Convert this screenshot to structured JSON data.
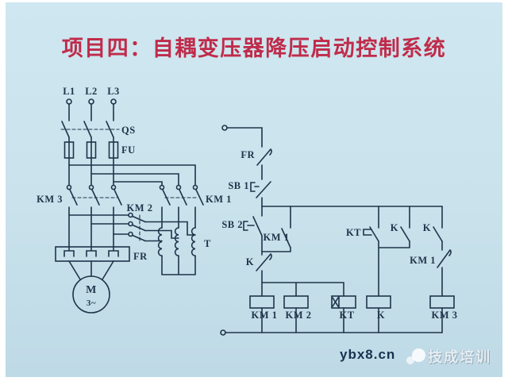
{
  "slide": {
    "title": "项目四：自耦变压器降压启动控制系统"
  },
  "colors": {
    "background": "#c9e2ec",
    "line": "#1f344a",
    "title": "#c02b4a",
    "footer_site": "#163250",
    "footer_brand": "#e6eef3"
  },
  "diagram": {
    "phases": [
      "L1",
      "L2",
      "L3"
    ],
    "qs": "QS",
    "fu": "FU",
    "km3": "KM 3",
    "km1": "KM 1",
    "km2": "KM 2",
    "transformer": "T",
    "fr": "FR",
    "motor": "M",
    "motor_type": "3~",
    "control": {
      "fr": "FR",
      "sb1": "SB 1",
      "sb2": "SB 2",
      "km1_seal": "KM 1",
      "k_nc": "K",
      "kt_contact": "KT",
      "k_seal": "K",
      "k_no": "K",
      "km1_interlock": "KM 1",
      "coils": [
        "KM 1",
        "KM 2",
        "KT",
        "K",
        "KM 3"
      ]
    }
  },
  "footer": {
    "site": "ybx8.cn",
    "brand": "技成培训"
  }
}
